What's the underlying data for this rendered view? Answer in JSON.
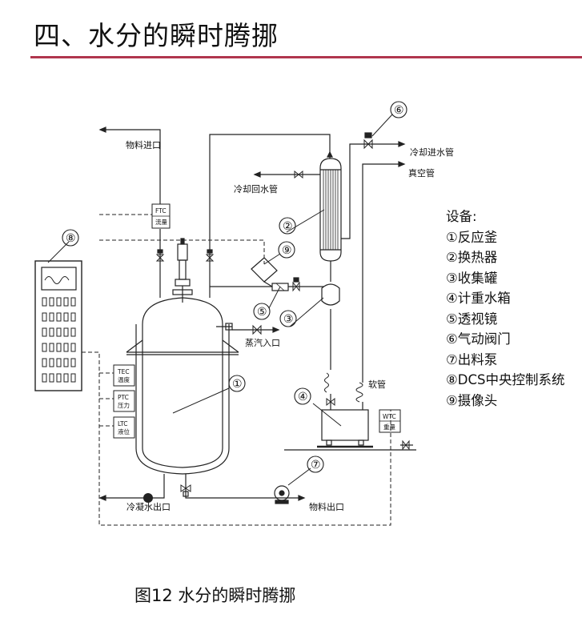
{
  "header": {
    "title": "四、水分的瞬时腾挪"
  },
  "labels": {
    "feed_inlet": "物料进口",
    "cooling_return": "冷却回水管",
    "cooling_inlet": "冷却进水管",
    "vacuum_pipe": "真空管",
    "steam_inlet": "蒸汽入口",
    "condensate_outlet": "冷凝水出口",
    "material_outlet": "物料出口",
    "hose": "软管"
  },
  "instruments": {
    "ftc_tag": "FTC",
    "ftc_sub": "流量",
    "tec_tag": "TEC",
    "tec_sub": "温度",
    "ptc_tag": "PTC",
    "ptc_sub": "压力",
    "ltc_tag": "LTC",
    "ltc_sub": "液位",
    "wtc_tag": "WTC",
    "wtc_sub": "重量"
  },
  "callouts": [
    "①",
    "②",
    "③",
    "④",
    "⑤",
    "⑥",
    "⑦",
    "⑧",
    "⑨"
  ],
  "legend": {
    "heading": "设备:",
    "items": [
      "①反应釜",
      "②换热器",
      "③收集罐",
      "④计重水箱",
      "⑤透视镜",
      "⑥气动阀门",
      "⑦出料泵",
      "⑧DCS中央控制系统",
      "⑨摄像头"
    ]
  },
  "caption": "图12  水分的瞬时腾挪"
}
